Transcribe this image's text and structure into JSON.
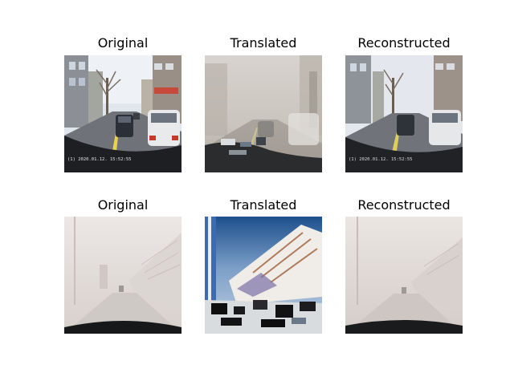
{
  "rows": [
    {
      "panels": [
        {
          "title": "Original",
          "stamp": "(1) 2020.01.12. 15:52:55"
        },
        {
          "title": "Translated"
        },
        {
          "title": "Reconstructed",
          "stamp": "(1) 2020.01.12. 15:52:55"
        }
      ]
    },
    {
      "panels": [
        {
          "title": "Original"
        },
        {
          "title": "Translated"
        },
        {
          "title": "Reconstructed"
        }
      ]
    }
  ]
}
